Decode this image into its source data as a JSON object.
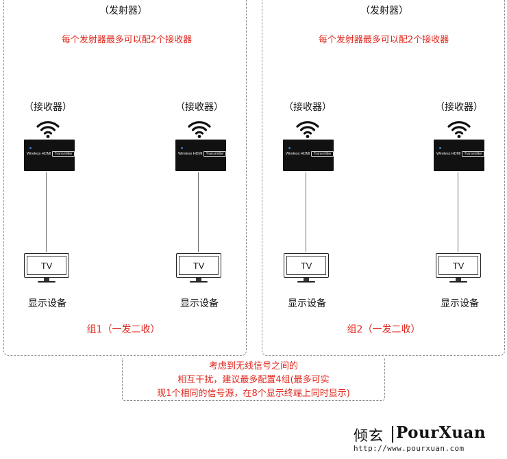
{
  "groups": [
    {
      "transmitter_label": "（发射器）",
      "note": "每个发射器最多可以配2个接收器",
      "receivers": [
        {
          "label": "（接收器）",
          "device_text": "Wireless HDMI",
          "device_tag": "Transmitter",
          "screen_text": "TV",
          "display_label": "显示设备"
        },
        {
          "label": "（接收器）",
          "device_text": "Wireless HDMI",
          "device_tag": "Transmitter",
          "screen_text": "TV",
          "display_label": "显示设备"
        }
      ],
      "group_label": "组1（一发二收）"
    },
    {
      "transmitter_label": "（发射器）",
      "note": "每个发射器最多可以配2个接收器",
      "receivers": [
        {
          "label": "（接收器）",
          "device_text": "Wireless HDMI",
          "device_tag": "Transmitter",
          "screen_text": "TV",
          "display_label": "显示设备"
        },
        {
          "label": "（接收器）",
          "device_text": "Wireless HDMI",
          "device_tag": "Transmitter",
          "screen_text": "TV",
          "display_label": "显示设备"
        }
      ],
      "group_label": "组2（一发二收）"
    }
  ],
  "bottom_note": {
    "line1": "考虑到无线信号之间的",
    "line2": "相互干扰，建议最多配置4组(最多可实",
    "line3": "现1个相同的信号源，在8个显示终端上同时显示)"
  },
  "logo": {
    "cn": "倾玄",
    "en": "PourXuan",
    "url": "http://www.pourxuan.com"
  },
  "colors": {
    "accent_red": "#e0261c",
    "device_black": "#111111",
    "border_gray": "#8a8a8a"
  },
  "icons": [
    "wifi-icon",
    "hdmi-device-icon",
    "monitor-icon"
  ]
}
